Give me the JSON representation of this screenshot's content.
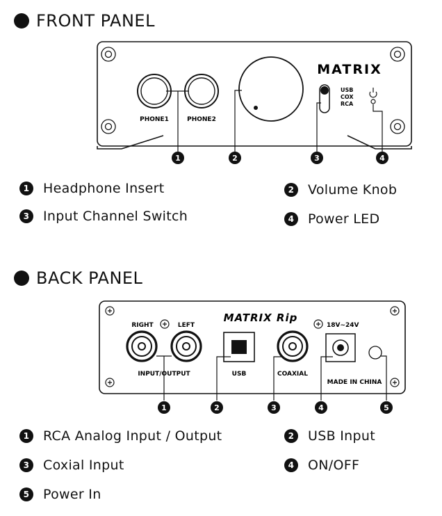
{
  "front": {
    "title": "FRONT PANEL",
    "brand": "MATRIX",
    "phone1": "PHONE1",
    "phone2": "PHONE2",
    "switch_labels": [
      "USB",
      "COX",
      "RCA"
    ],
    "callouts": [
      "1",
      "2",
      "3",
      "4"
    ],
    "legend": [
      {
        "num": "1",
        "text": "Headphone Insert"
      },
      {
        "num": "2",
        "text": "Volume Knob"
      },
      {
        "num": "3",
        "text": "Input Channel Switch"
      },
      {
        "num": "4",
        "text": "Power LED"
      }
    ]
  },
  "back": {
    "title": "BACK PANEL",
    "brand": "MATRIX Rip",
    "right": "RIGHT",
    "left": "LEFT",
    "input_output": "INPUT/OUTPUT",
    "usb": "USB",
    "coaxial": "COAXIAL",
    "voltage": "18V~24V",
    "made_in": "MADE IN CHINA",
    "callouts": [
      "1",
      "2",
      "3",
      "4",
      "5"
    ],
    "legend": [
      {
        "num": "1",
        "text": "RCA Analog Input / Output"
      },
      {
        "num": "2",
        "text": "USB Input"
      },
      {
        "num": "3",
        "text": "Coxial Input"
      },
      {
        "num": "4",
        "text": "ON/OFF"
      },
      {
        "num": "5",
        "text": "Power In"
      }
    ]
  }
}
